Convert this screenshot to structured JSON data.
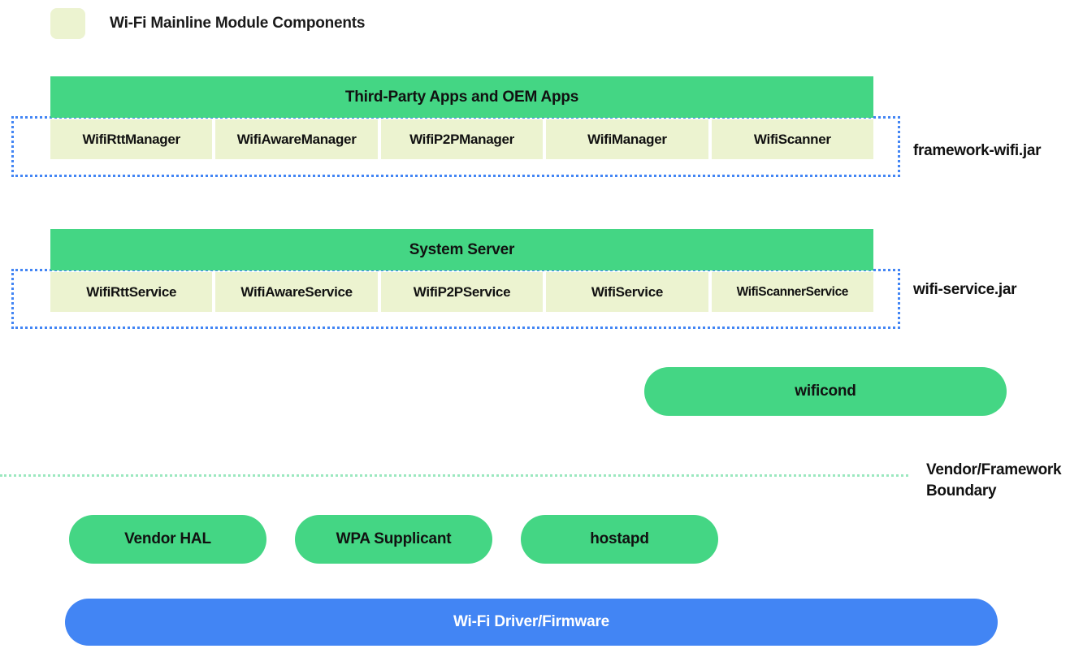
{
  "legend": {
    "swatch_color": "#ECF3D0",
    "label": "Wi-Fi Mainline Module Components"
  },
  "colors": {
    "module_cell": "#ECF3D0",
    "green_block": "#44D684",
    "driver_blue": "#4285F4",
    "dotted_group_border": "#4285F4",
    "boundary_line": "#9BE8BF"
  },
  "layers": {
    "apps": {
      "header": "Third-Party Apps and OEM Apps",
      "group_label": "framework-wifi.jar",
      "cells": [
        {
          "label": "WifiRttManager"
        },
        {
          "label": "WifiAwareManager"
        },
        {
          "label": "WifiP2PManager"
        },
        {
          "label": "WifiManager"
        },
        {
          "label": "WifiScanner"
        }
      ]
    },
    "system_server": {
      "header": "System Server",
      "group_label": "wifi-service.jar",
      "cells": [
        {
          "label": "WifiRttService"
        },
        {
          "label": "WifiAwareService"
        },
        {
          "label": "WifiP2PService"
        },
        {
          "label": "WifiService"
        },
        {
          "label": "WifiScannerService"
        }
      ]
    }
  },
  "daemon": {
    "wificond": "wificond"
  },
  "boundary": {
    "label_line1": "Vendor/Framework",
    "label_line2": "Boundary"
  },
  "vendor": {
    "pills": [
      {
        "label": "Vendor HAL"
      },
      {
        "label": "WPA Supplicant"
      },
      {
        "label": "hostapd"
      }
    ]
  },
  "driver": {
    "label": "Wi-Fi Driver/Firmware"
  }
}
